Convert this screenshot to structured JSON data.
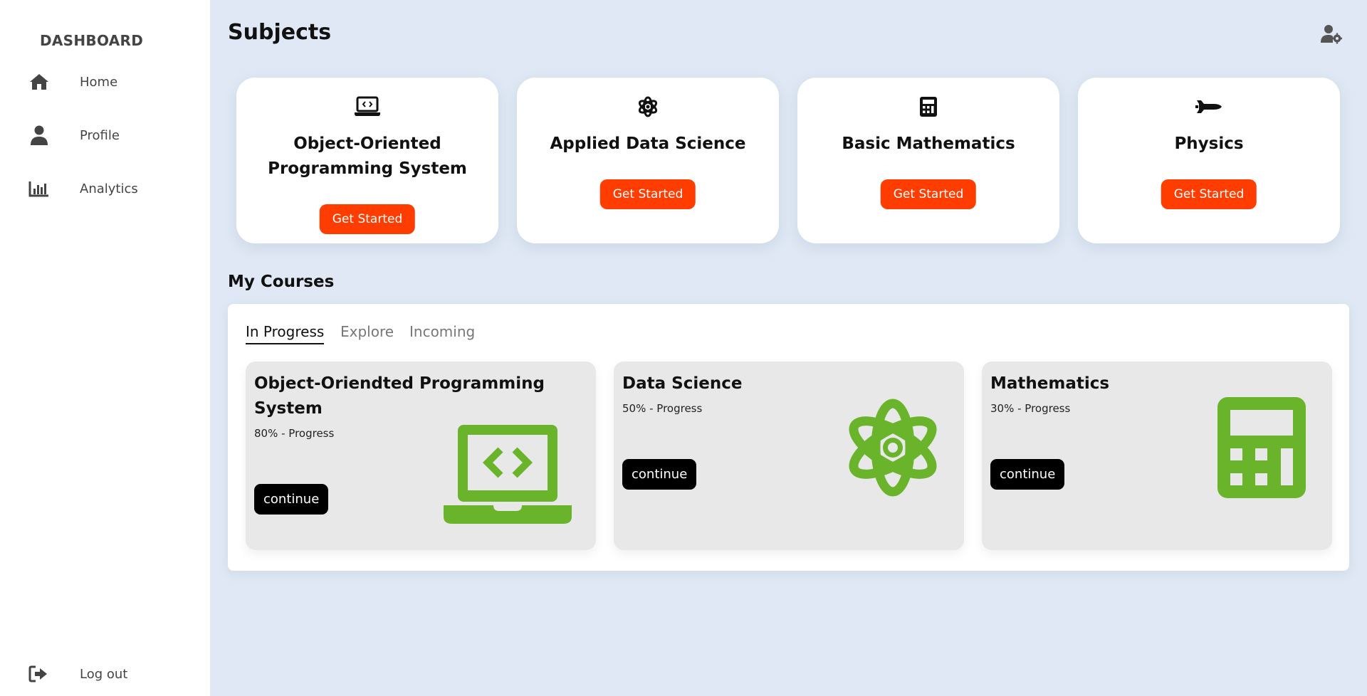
{
  "sidebar": {
    "brand": "DASHBOARD",
    "items": [
      {
        "label": "Home",
        "icon": "home-icon"
      },
      {
        "label": "Profile",
        "icon": "user-icon"
      },
      {
        "label": "Analytics",
        "icon": "bar-chart-icon"
      }
    ],
    "logout": {
      "label": "Log out",
      "icon": "sign-out-icon"
    }
  },
  "header": {
    "title": "Subjects",
    "settings_icon": "user-gear-icon"
  },
  "subjects": [
    {
      "title": "Object-Oriented Programming System",
      "button": "Get Started",
      "icon": "laptop-code-icon"
    },
    {
      "title": "Applied Data Science",
      "button": "Get Started",
      "icon": "atom-icon"
    },
    {
      "title": "Basic Mathematics",
      "button": "Get Started",
      "icon": "calculator-icon"
    },
    {
      "title": "Physics",
      "button": "Get Started",
      "icon": "shuttle-icon"
    }
  ],
  "courses": {
    "title": "My Courses",
    "tabs": [
      "In Progress",
      "Explore",
      "Incoming"
    ],
    "active_tab": "In Progress",
    "items": [
      {
        "title": "Object-Oriendted Programming System",
        "progress": "80% - Progress",
        "button": "continue",
        "icon": "laptop-code-icon"
      },
      {
        "title": "Data Science",
        "progress": "50% - Progress",
        "button": "continue",
        "icon": "atom-icon"
      },
      {
        "title": "Mathematics",
        "progress": "30% - Progress",
        "button": "continue",
        "icon": "calculator-icon"
      }
    ]
  },
  "colors": {
    "accent": "#ff3d00",
    "illustration": "#6ab42c",
    "background": "#dfe8f4",
    "card_gray": "#e9e8e8"
  }
}
